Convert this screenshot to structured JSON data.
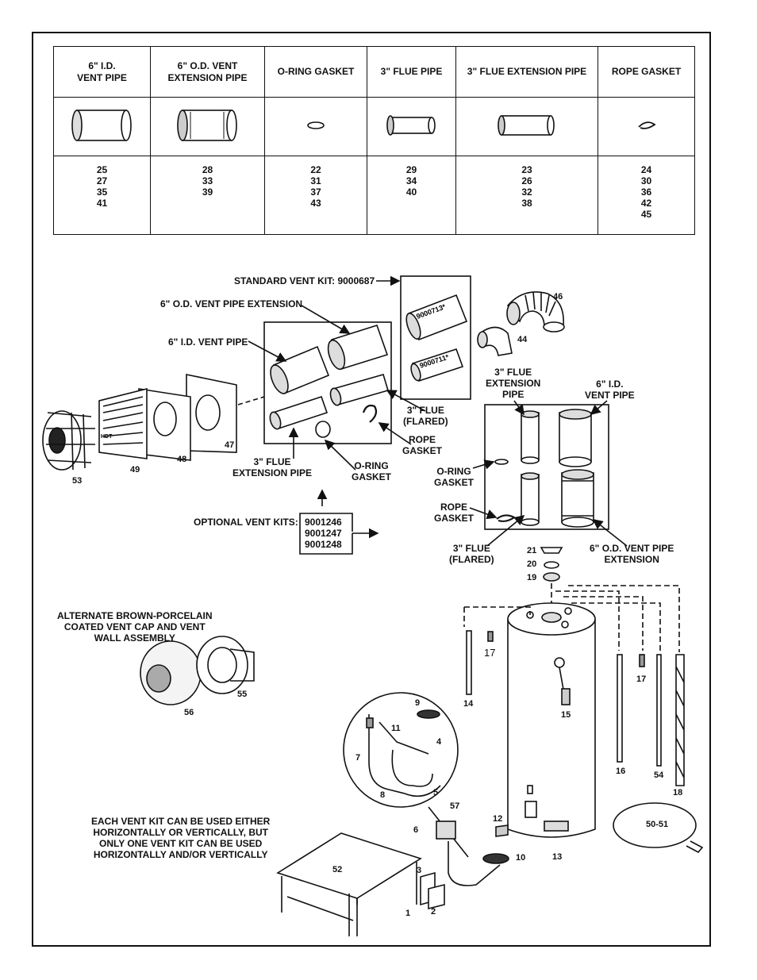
{
  "table": {
    "headers": [
      "6\" I.D.\nVENT PIPE",
      "6\" O.D. VENT\nEXTENSION PIPE",
      "O-RING GASKET",
      "3\" FLUE PIPE",
      "3\" FLUE EXTENSION PIPE",
      "ROPE GASKET"
    ],
    "part_numbers": [
      [
        "25",
        "27",
        "35",
        "41"
      ],
      [
        "28",
        "33",
        "39"
      ],
      [
        "22",
        "31",
        "37",
        "43"
      ],
      [
        "29",
        "34",
        "40"
      ],
      [
        "23",
        "26",
        "32",
        "38"
      ],
      [
        "24",
        "30",
        "36",
        "42",
        "45"
      ]
    ]
  },
  "labels": {
    "standard_kit": "STANDARD VENT KIT: 9000687",
    "od_vent_ext": "6\" O.D. VENT PIPE EXTENSION",
    "id_vent_pipe": "6\" I.D. VENT PIPE",
    "flue_flared_l": "3\" FLUE\n(FLARED)",
    "rope_gasket_l": "ROPE\nGASKET",
    "oring_gasket_l": "O-RING\nGASKET",
    "flue_ext_l": "3\" FLUE\nEXTENSION PIPE",
    "optional_kits": "OPTIONAL VENT KITS:",
    "optional_kit_numbers": [
      "9001246",
      "9001247",
      "9001248"
    ],
    "flue_ext_r": "3\" FLUE\nEXTENSION\nPIPE",
    "id_vent_pipe_r": "6\" I.D.\nVENT PIPE",
    "oring_gasket_r": "O-RING\nGASKET",
    "rope_gasket_r": "ROPE\nGASKET",
    "flue_flared_r": "3\" FLUE\n(FLARED)",
    "od_vent_ext_r": "6\" O.D. VENT PIPE\nEXTENSION",
    "alternate": "ALTERNATE BROWN-PORCELAIN\nCOATED VENT CAP AND VENT\nWALL ASSEMBLY",
    "each_kit": "EACH VENT KIT CAN BE USED EITHER\nHORIZONTALLY OR VERTICALLY, BUT\nONLY ONE VENT KIT CAN BE USED\nHORIZONTALLY AND/OR VERTICALLY",
    "pipe_print_1": "9000713*",
    "pipe_print_2": "9000711*",
    "hdt": "HDT"
  },
  "callouts": {
    "c1": "1",
    "c2": "2",
    "c3": "3",
    "c4": "4",
    "c5": "5",
    "c6": "6",
    "c7": "7",
    "c8": "8",
    "c9": "9",
    "c10": "10",
    "c11": "11",
    "c12": "12",
    "c13": "13",
    "c14": "14",
    "c15": "15",
    "c16": "16",
    "c17a": "17",
    "c17b": "17",
    "c18": "18",
    "c19": "19",
    "c20": "20",
    "c21": "21",
    "c44": "44",
    "c46": "46",
    "c47": "47",
    "c48": "48",
    "c49": "49",
    "c5051": "50-51",
    "c52": "52",
    "c53": "53",
    "c54": "54",
    "c55": "55",
    "c56": "56",
    "c57": "57"
  }
}
